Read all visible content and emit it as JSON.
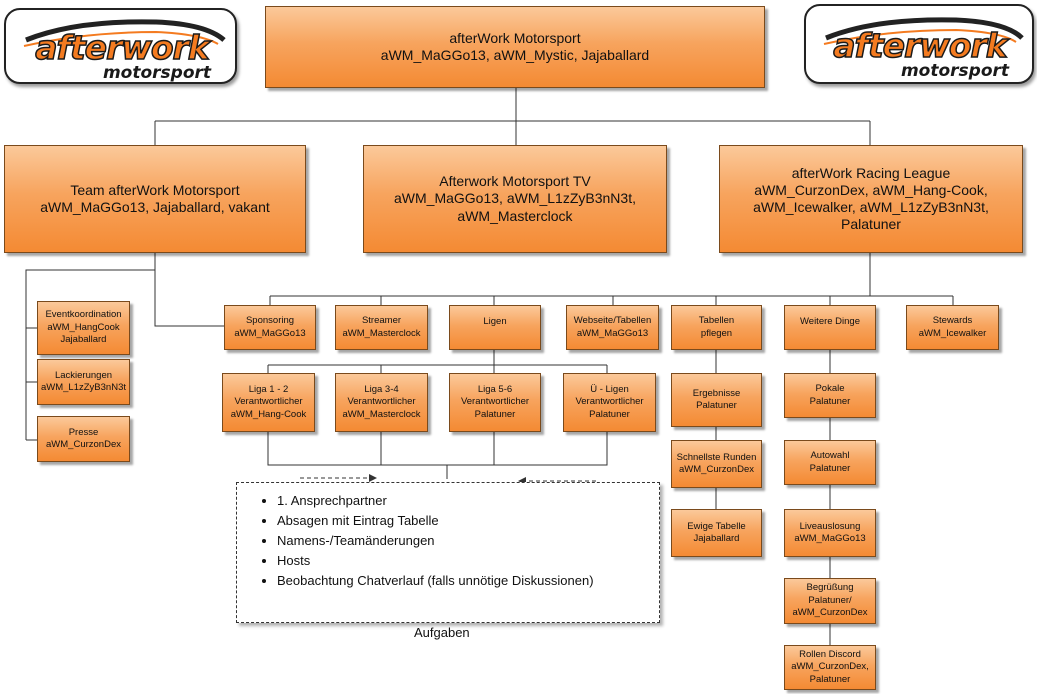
{
  "logo": {
    "line1": "afterwork",
    "line2": "motorsport",
    "colors": {
      "orange": "#f47b20",
      "dark": "#1a1a1a"
    }
  },
  "root": {
    "title": "afterWork Motorsport",
    "members": "aWM_MaGGo13, aWM_Mystic, Jajaballard"
  },
  "level1": {
    "team": {
      "title": "Team afterWork Motorsport",
      "members": "aWM_MaGGo13, Jajaballard, vakant"
    },
    "tv": {
      "title": "Afterwork Motorsport TV",
      "members1": "aWM_MaGGo13, aWM_L1zZyB3nN3t,",
      "members2": "aWM_Masterclock"
    },
    "league": {
      "title": "afterWork Racing League",
      "members1": "aWM_CurzonDex, aWM_Hang-Cook,",
      "members2": "aWM_Icewalker,  aWM_L1zZyB3nN3t,",
      "members3": "Palatuner"
    }
  },
  "team_sub": {
    "event": {
      "l1": "Eventkoordination",
      "l2": "aWM_HangCook",
      "l3": "Jajaballard"
    },
    "paint": {
      "l1": "Lackierungen",
      "l2": "aWM_L1zZyB3nN3t"
    },
    "press": {
      "l1": "Presse",
      "l2": "aWM_CurzonDex"
    }
  },
  "league_sub": {
    "sponsoring": {
      "l1": "Sponsoring",
      "l2": "aWM_MaGGo13"
    },
    "streamer": {
      "l1": "Streamer",
      "l2": "aWM_Masterclock"
    },
    "ligen": {
      "l1": "Ligen"
    },
    "website": {
      "l1": "Webseite/Tabellen",
      "l2": "aWM_MaGGo13"
    },
    "tables": {
      "l1": "Tabellen",
      "l2": "pflegen"
    },
    "more": {
      "l1": "Weitere Dinge"
    },
    "stewards": {
      "l1": "Stewards",
      "l2": "aWM_Icewalker"
    }
  },
  "ligen_sub": {
    "l12": {
      "l1": "Liga 1 - 2",
      "l2": "Verantwortlicher",
      "l3": "aWM_Hang-Cook"
    },
    "l34": {
      "l1": "Liga 3-4",
      "l2": "Verantwortlicher",
      "l3": "aWM_Masterclock"
    },
    "l56": {
      "l1": "Liga 5-6",
      "l2": "Verantwortlicher",
      "l3": "Palatuner"
    },
    "ue": {
      "l1": "Ü - Ligen",
      "l2": "Verantwortlicher",
      "l3": "Palatuner"
    }
  },
  "tables_sub": {
    "results": {
      "l1": "Ergebnisse",
      "l2": "Palatuner"
    },
    "fastest": {
      "l1": "Schnellste Runden",
      "l2": "aWM_CurzonDex"
    },
    "eternal": {
      "l1": "Ewige Tabelle",
      "l2": "Jajaballard"
    }
  },
  "more_sub": {
    "cups": {
      "l1": "Pokale",
      "l2": "Palatuner"
    },
    "cars": {
      "l1": "Autowahl",
      "l2": "Palatuner"
    },
    "draw": {
      "l1": "Liveauslosung",
      "l2": "aWM_MaGGo13"
    },
    "welcome": {
      "l1": "Begrüßung",
      "l2": "Palatuner/",
      "l3": "aWM_CurzonDex"
    },
    "roles": {
      "l1": "Rollen Discord",
      "l2": "aWM_CurzonDex,",
      "l3": "Palatuner"
    }
  },
  "tasks": {
    "items": [
      "1. Ansprechpartner",
      "Absagen mit Eintrag Tabelle",
      "Namens-/Teamänderungen",
      "Hosts",
      "Beobachtung Chatverlauf (falls unnötige Diskussionen)"
    ],
    "label": "Aufgaben"
  }
}
